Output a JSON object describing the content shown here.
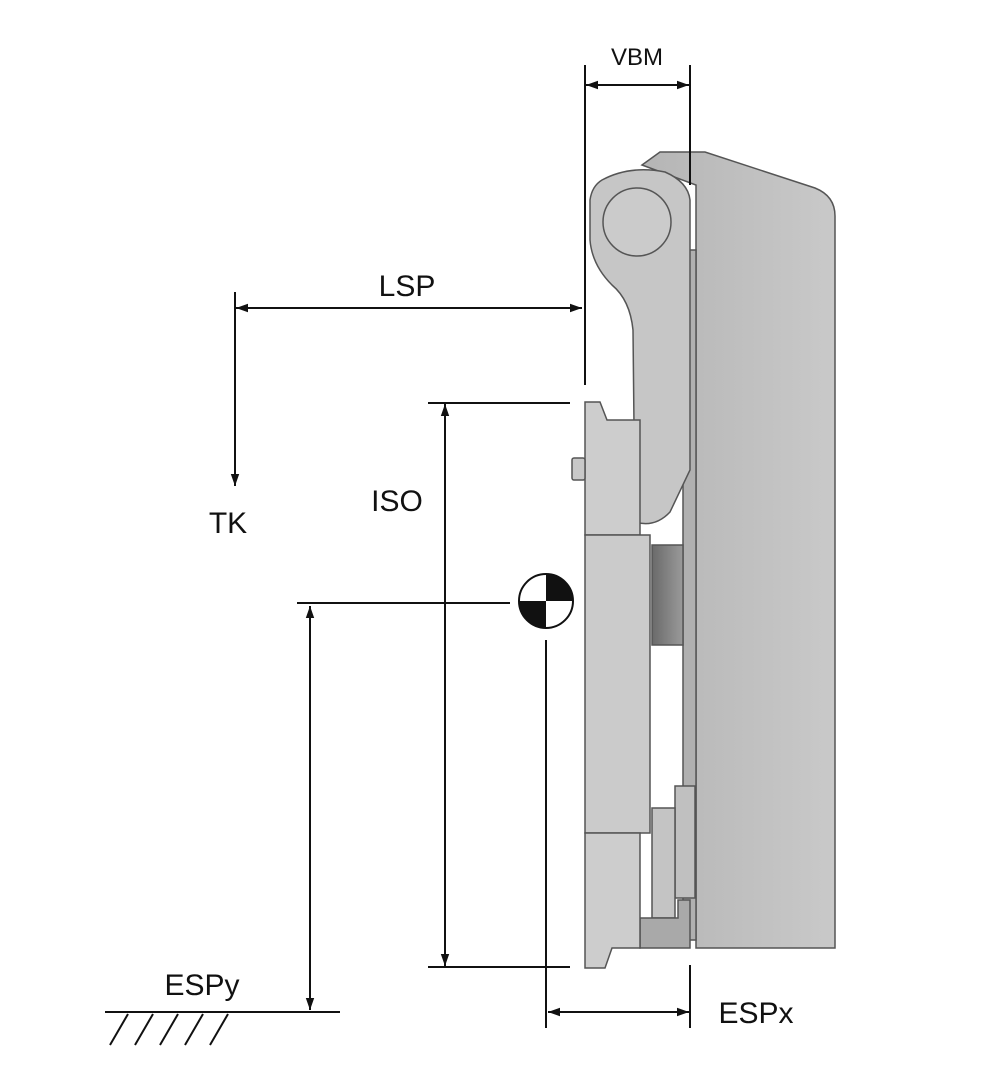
{
  "labels": {
    "vbm": "VBM",
    "lsp": "LSP",
    "tk": "TK",
    "iso": "ISO",
    "espy": "ESPy",
    "espx": "ESPx"
  },
  "colors": {
    "part_light": "#cfcfcf",
    "part_mid": "#bdbdbd",
    "part_dark": "#7a7a7a",
    "line": "#111111"
  },
  "icons": [
    "center-of-gravity-icon",
    "ground-hatch-icon"
  ]
}
